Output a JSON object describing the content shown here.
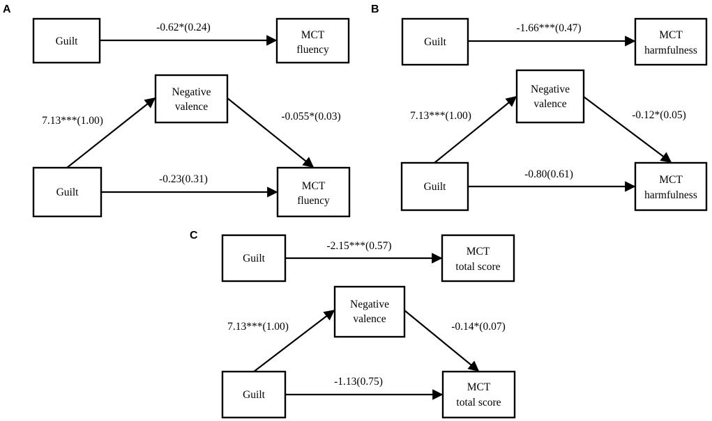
{
  "panels": {
    "A": {
      "label": "A",
      "total_effect": {
        "predictor": "Guilt",
        "outcome": [
          "MCT",
          "fluency"
        ],
        "c_path": "-0.62*(0.24)"
      },
      "mediation": {
        "predictor": "Guilt",
        "mediator": [
          "Negative",
          "valence"
        ],
        "outcome": [
          "MCT",
          "fluency"
        ],
        "a_path": "7.13***(1.00)",
        "b_path": "-0.055*(0.03)",
        "c_prime_path": "-0.23(0.31)"
      }
    },
    "B": {
      "label": "B",
      "total_effect": {
        "predictor": "Guilt",
        "outcome": [
          "MCT",
          "harmfulness"
        ],
        "c_path": "-1.66***(0.47)"
      },
      "mediation": {
        "predictor": "Guilt",
        "mediator": [
          "Negative",
          "valence"
        ],
        "outcome": [
          "MCT",
          "harmfulness"
        ],
        "a_path": "7.13***(1.00)",
        "b_path": "-0.12*(0.05)",
        "c_prime_path": "-0.80(0.61)"
      }
    },
    "C": {
      "label": "C",
      "total_effect": {
        "predictor": "Guilt",
        "outcome": [
          "MCT",
          "total score"
        ],
        "c_path": "-2.15***(0.57)"
      },
      "mediation": {
        "predictor": "Guilt",
        "mediator": [
          "Negative",
          "valence"
        ],
        "outcome": [
          "MCT",
          "total score"
        ],
        "a_path": "7.13***(1.00)",
        "b_path": "-0.14*(0.07)",
        "c_prime_path": "-1.13(0.75)"
      }
    }
  }
}
